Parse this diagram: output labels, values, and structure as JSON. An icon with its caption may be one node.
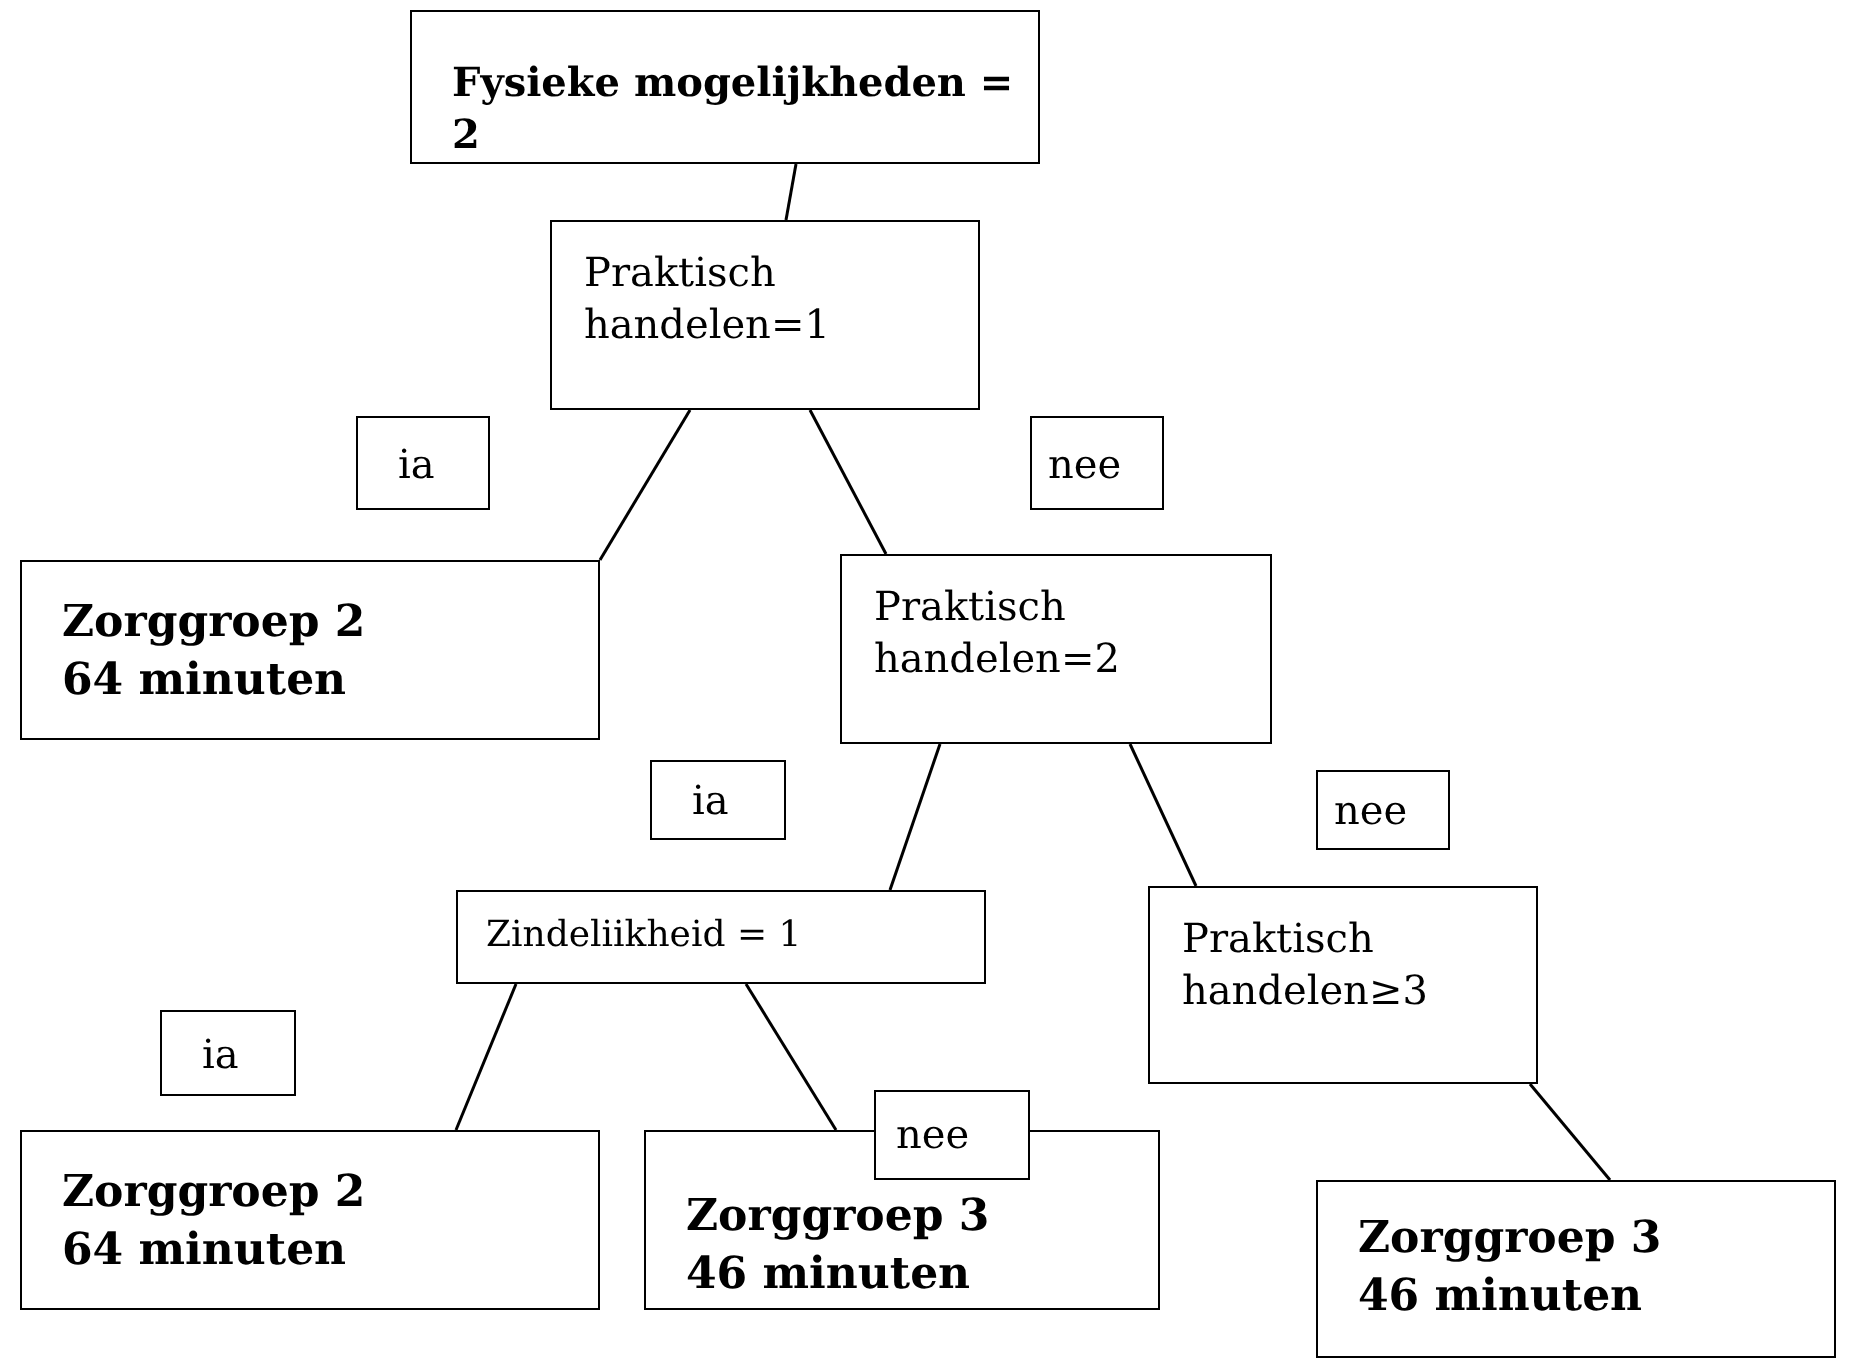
{
  "diagram": {
    "nodes": [
      {
        "text": [
          "Fysieke mogelijkheden = 2"
        ]
      },
      {
        "text": [
          "Praktisch handelen=1"
        ]
      },
      {
        "text": [
          "ia"
        ]
      },
      {
        "text": [
          "nee"
        ]
      },
      {
        "text": [
          "Zorggroep 2 64 minuten"
        ]
      },
      {
        "text": [
          "Praktisch handelen=2"
        ]
      },
      {
        "text": [
          "ia"
        ]
      },
      {
        "text": [
          "nee"
        ]
      },
      {
        "text": [
          "Zindeliikheid = 1"
        ]
      },
      {
        "text": [
          "Praktisch handelen≥3"
        ]
      },
      {
        "text": [
          "ia"
        ]
      },
      {
        "text": [
          "nee"
        ]
      },
      {
        "text": [
          "Zorggroep 2 64 minuten"
        ]
      },
      {
        "text": [
          "Zorggroep 3 46 minuten"
        ]
      },
      {
        "text": [
          "Zorggroep 3 46 minuten"
        ]
      }
    ],
    "edges": [
      {
        "from": 0,
        "to": 1,
        "arrow": "none"
      },
      {
        "from": 1,
        "to": 4,
        "arrow": "none"
      },
      {
        "from": 1,
        "to": 5,
        "arrow": "none"
      },
      {
        "from": 5,
        "to": 8,
        "arrow": "none"
      },
      {
        "from": 5,
        "to": 9,
        "arrow": "none"
      },
      {
        "from": 8,
        "to": 12,
        "arrow": "none"
      },
      {
        "from": 8,
        "to": 13,
        "arrow": "none"
      },
      {
        "from": 9,
        "to": 14,
        "arrow": "none"
      }
    ]
  }
}
